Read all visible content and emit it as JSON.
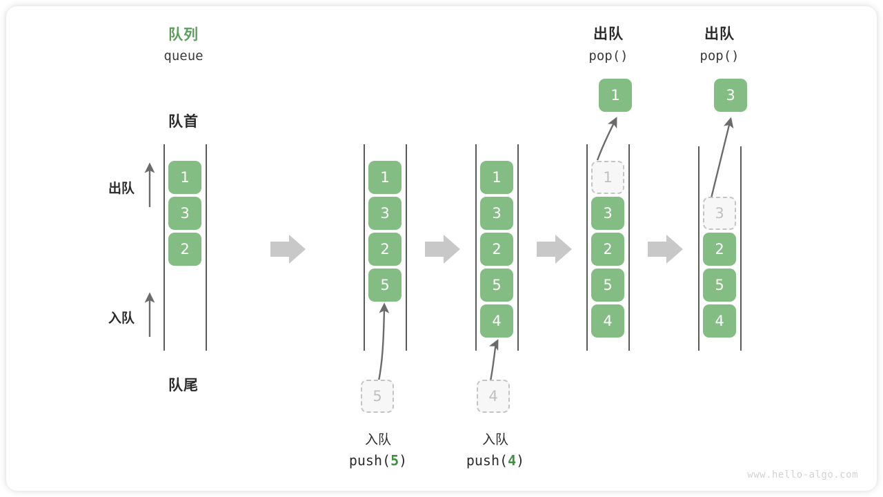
{
  "title": {
    "cn": "队列",
    "en": "queue"
  },
  "labels": {
    "front": "队首",
    "rear": "队尾",
    "dequeue": "出队",
    "enqueue": "入队"
  },
  "watermark": "www.hello-algo.com",
  "colors": {
    "accent_green": "#5b9e5b",
    "cell_green": "#84bd84",
    "arg_green": "#3f9040",
    "rail_gray": "#5a5a5a",
    "ghost_gray": "#c4c4c4",
    "step_arrow_gray": "#c8c8c8",
    "text_dark": "#2b2b2b",
    "watermark_gray": "#d2d2d2"
  },
  "chart_data": {
    "type": "diagram",
    "title": "队列 queue",
    "description": "Queue FIFO operations: starting queue [1,3,2], push(5), push(4), pop() returns 1, pop() returns 3",
    "front_label": "队首",
    "rear_label": "队尾",
    "dequeue_label": "出队",
    "enqueue_label": "入队",
    "steps": [
      {
        "id": "initial",
        "contents": [
          "1",
          "3",
          "2"
        ],
        "ghost_index": -1,
        "header_cn": "队列",
        "header_en": "queue",
        "caption_cn": "",
        "caption_code": ""
      },
      {
        "id": "push-5",
        "contents": [
          "1",
          "3",
          "2",
          "5"
        ],
        "ghost_index": -1,
        "incoming": "5",
        "caption_cn": "入队",
        "caption_code": "push(5)",
        "caption_code_prefix": "push(",
        "caption_code_arg": "5",
        "caption_code_suffix": ")"
      },
      {
        "id": "push-4",
        "contents": [
          "1",
          "3",
          "2",
          "5",
          "4"
        ],
        "ghost_index": -1,
        "incoming": "4",
        "caption_cn": "入队",
        "caption_code": "push(4)",
        "caption_code_prefix": "push(",
        "caption_code_arg": "4",
        "caption_code_suffix": ")"
      },
      {
        "id": "pop-1",
        "contents": [
          "1",
          "3",
          "2",
          "5",
          "4"
        ],
        "ghost_index": 0,
        "popped": "1",
        "header_cn": "出队",
        "header_code": "pop()"
      },
      {
        "id": "pop-3",
        "contents": [
          "3",
          "2",
          "5",
          "4"
        ],
        "ghost_index": 0,
        "popped": "3",
        "header_cn": "出队",
        "header_code": "pop()"
      }
    ]
  },
  "columns": {
    "c1": {
      "cells": [
        {
          "value": "1",
          "ghost": false
        },
        {
          "value": "3",
          "ghost": false
        },
        {
          "value": "2",
          "ghost": false
        }
      ]
    },
    "c2": {
      "cells": [
        {
          "value": "1",
          "ghost": false
        },
        {
          "value": "3",
          "ghost": false
        },
        {
          "value": "2",
          "ghost": false
        },
        {
          "value": "5",
          "ghost": false
        }
      ],
      "incoming": "5",
      "caption_cn": "入队",
      "code_prefix": "push(",
      "code_arg": "5",
      "code_suffix": ")"
    },
    "c3": {
      "cells": [
        {
          "value": "1",
          "ghost": false
        },
        {
          "value": "3",
          "ghost": false
        },
        {
          "value": "2",
          "ghost": false
        },
        {
          "value": "5",
          "ghost": false
        },
        {
          "value": "4",
          "ghost": false
        }
      ],
      "incoming": "4",
      "caption_cn": "入队",
      "code_prefix": "push(",
      "code_arg": "4",
      "code_suffix": ")"
    },
    "c4": {
      "cells": [
        {
          "value": "1",
          "ghost": true
        },
        {
          "value": "3",
          "ghost": false
        },
        {
          "value": "2",
          "ghost": false
        },
        {
          "value": "5",
          "ghost": false
        },
        {
          "value": "4",
          "ghost": false
        }
      ],
      "popped": "1",
      "header_cn": "出队",
      "header_code": "pop()"
    },
    "c5": {
      "cells": [
        {
          "value": "3",
          "ghost": true
        },
        {
          "value": "2",
          "ghost": false
        },
        {
          "value": "5",
          "ghost": false
        },
        {
          "value": "4",
          "ghost": false
        }
      ],
      "popped": "3",
      "header_cn": "出队",
      "header_code": "pop()"
    }
  }
}
